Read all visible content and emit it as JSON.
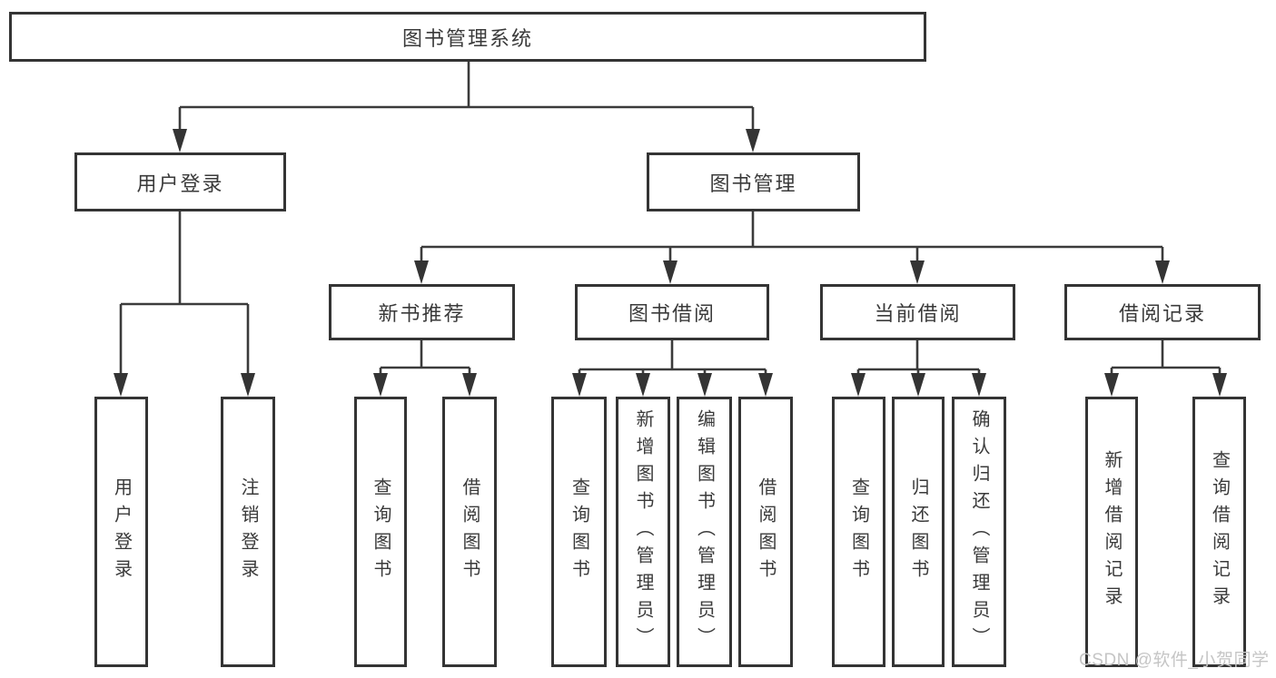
{
  "tree": {
    "root": {
      "label": "图书管理系统",
      "children": [
        {
          "label": "用户登录",
          "children": [
            {
              "label": "用户登录"
            },
            {
              "label": "注销登录"
            }
          ]
        },
        {
          "label": "图书管理",
          "children": [
            {
              "label": "新书推荐",
              "children": [
                {
                  "label": "查询图书"
                },
                {
                  "label": "借阅图书"
                }
              ]
            },
            {
              "label": "图书借阅",
              "children": [
                {
                  "label": "查询图书"
                },
                {
                  "label": "新增图书（管理员）"
                },
                {
                  "label": "编辑图书（管理员）"
                },
                {
                  "label": "借阅图书"
                }
              ]
            },
            {
              "label": "当前借阅",
              "children": [
                {
                  "label": "查询图书"
                },
                {
                  "label": "归还图书"
                },
                {
                  "label": "确认归还（管理员）"
                }
              ]
            },
            {
              "label": "借阅记录",
              "children": [
                {
                  "label": "新增借阅记录"
                },
                {
                  "label": "查询借阅记录"
                }
              ]
            }
          ]
        }
      ]
    }
  },
  "watermark": {
    "text": "CSDN @软件_小贺同学"
  },
  "colors": {
    "line": "#3b3b3b",
    "box_border": "#343434",
    "text": "#3a3a3a",
    "watermark": "#c5c5c5",
    "background": "#ffffff"
  }
}
